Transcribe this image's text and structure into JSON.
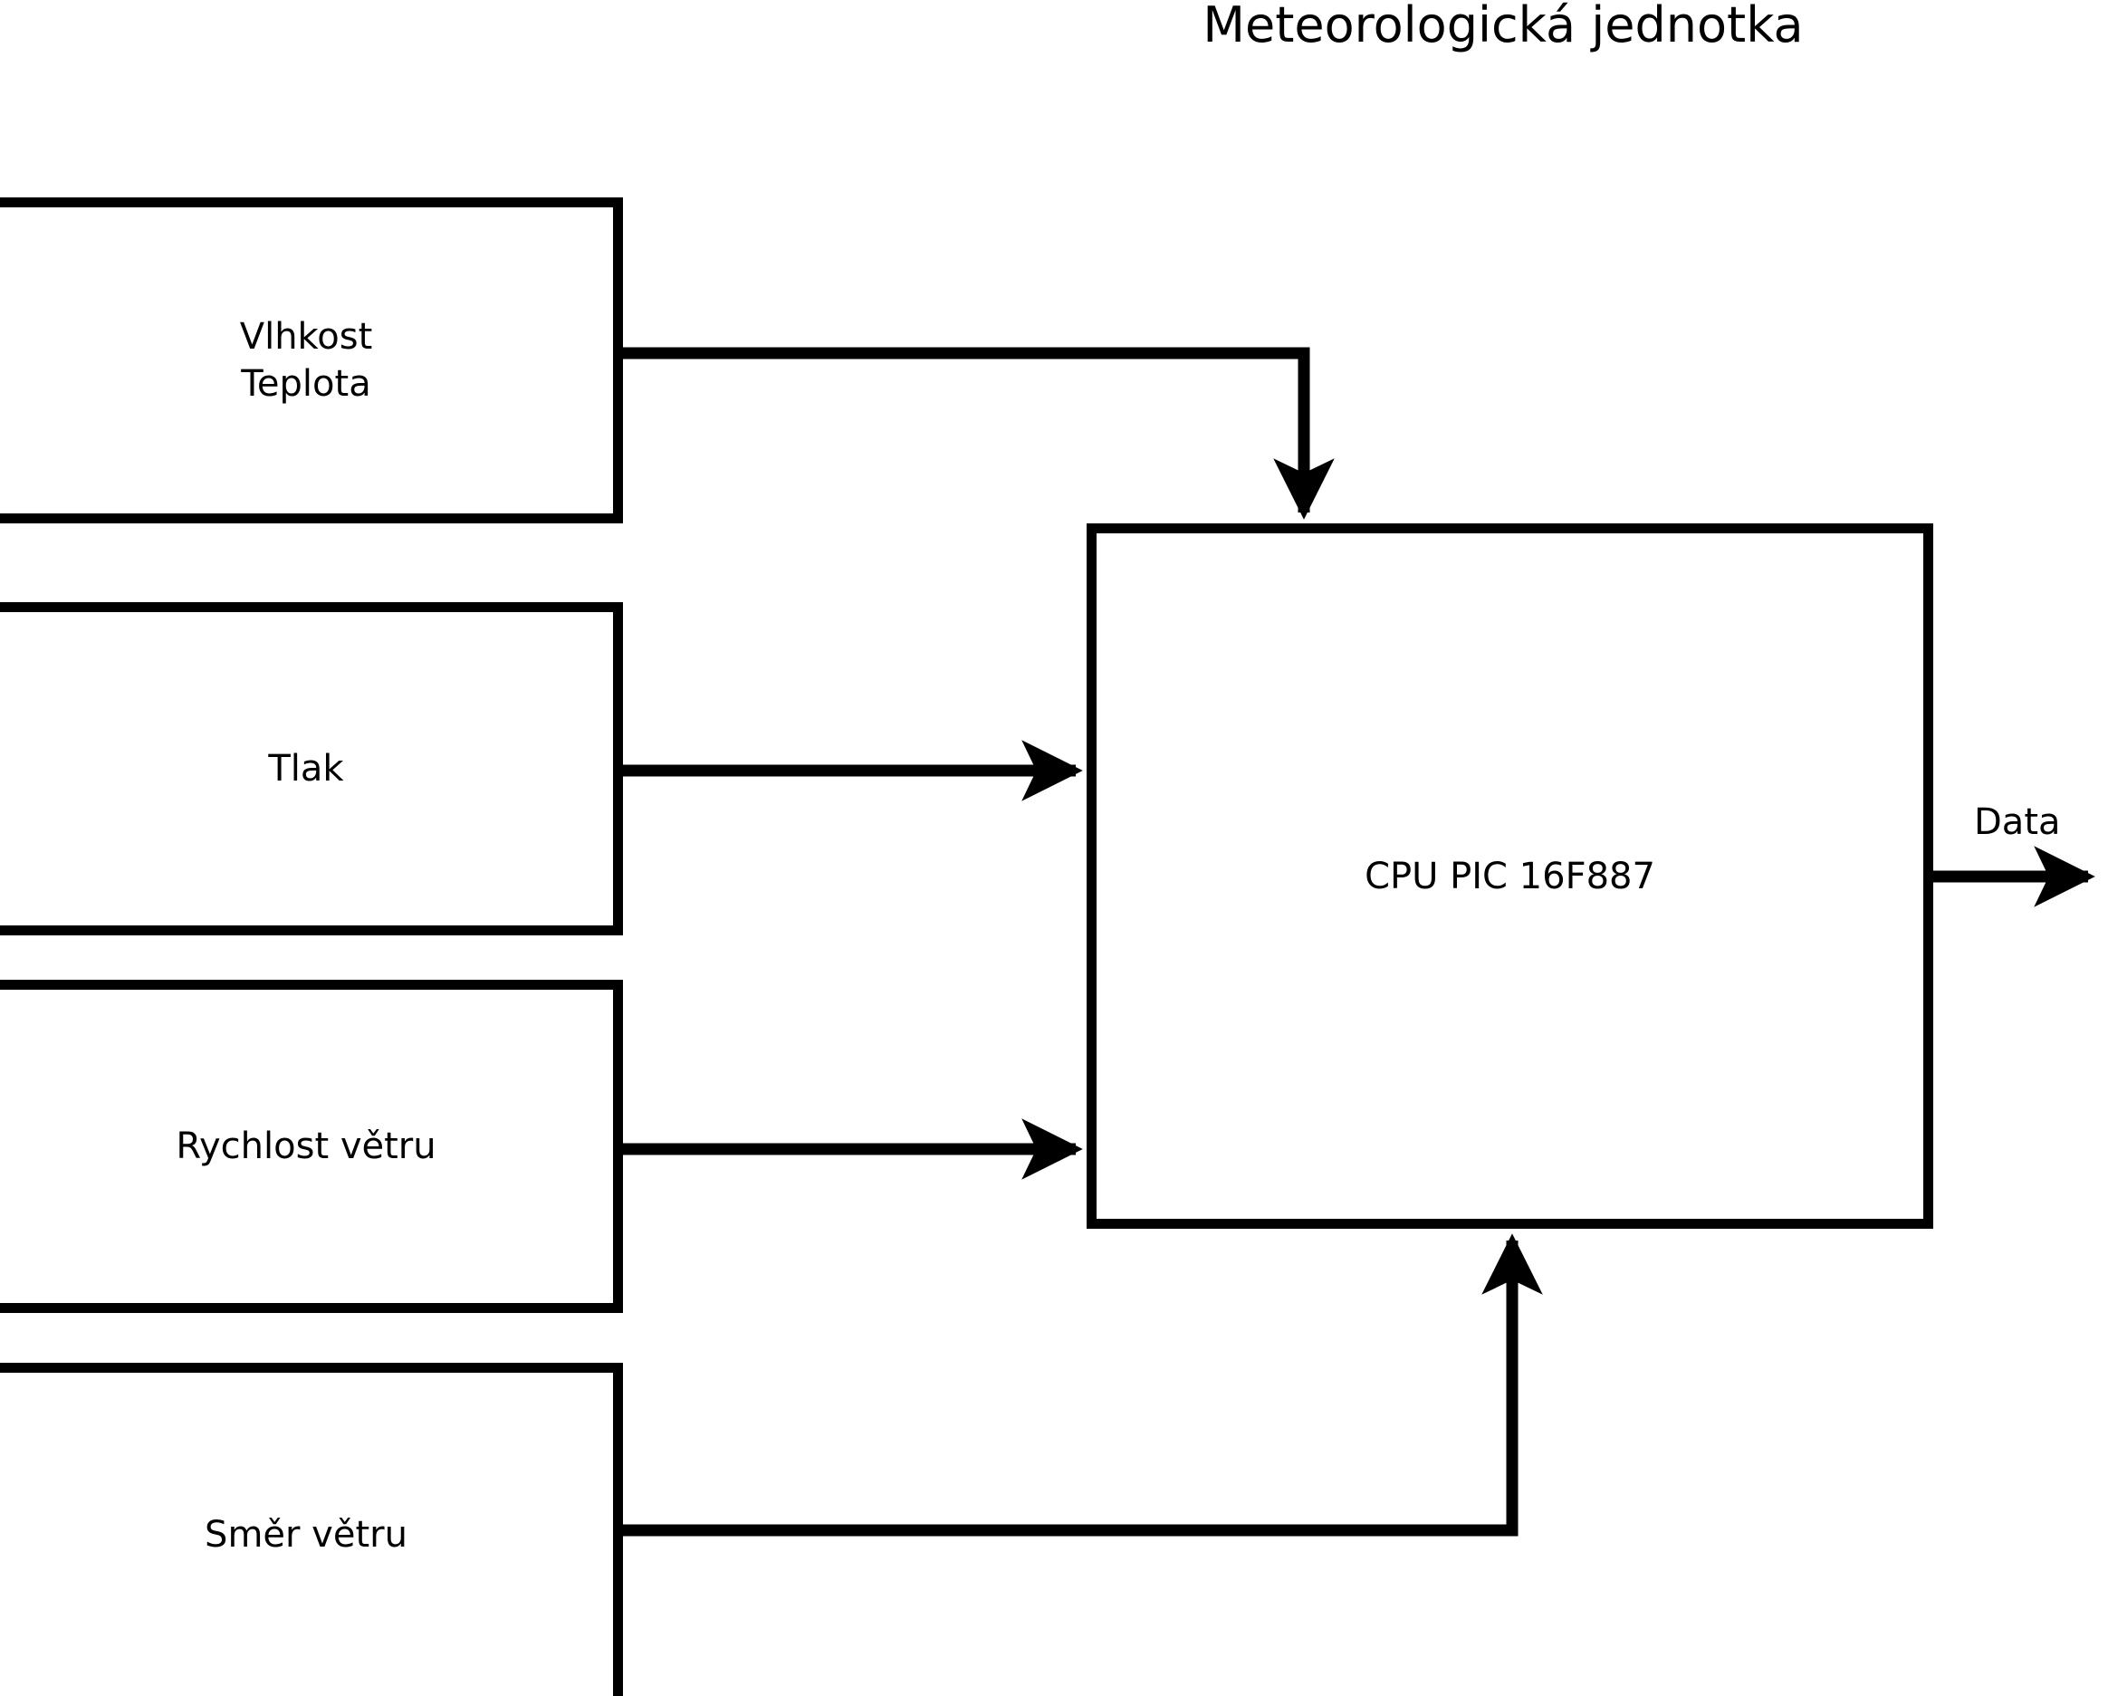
{
  "diagram": {
    "title": "Meteorologická jednotka",
    "type": "block-diagram",
    "language": "cs",
    "colors": {
      "stroke": "#000000",
      "fill": "#ffffff",
      "text": "#000000"
    },
    "nodes": [
      {
        "id": "humidity-temp",
        "label": "Vlhkost\nTeplota",
        "shape": "rectangle"
      },
      {
        "id": "pressure",
        "label": "Tlak",
        "shape": "rectangle"
      },
      {
        "id": "wind-speed",
        "label": "Rychlost větru",
        "shape": "rectangle"
      },
      {
        "id": "wind-dir",
        "label": "Směr větru",
        "shape": "rectangle"
      },
      {
        "id": "cpu",
        "label": "CPU PIC 16F887",
        "shape": "rectangle"
      }
    ],
    "edges": [
      {
        "id": "edge-humidity-to-cpu",
        "from": "humidity-temp",
        "to": "cpu",
        "label": "",
        "routing": "elbow-down"
      },
      {
        "id": "edge-pressure-to-cpu",
        "from": "pressure",
        "to": "cpu",
        "label": "",
        "routing": "straight"
      },
      {
        "id": "edge-windspeed-to-cpu",
        "from": "wind-speed",
        "to": "cpu",
        "label": "",
        "routing": "straight"
      },
      {
        "id": "edge-winddir-to-cpu",
        "from": "wind-dir",
        "to": "cpu",
        "label": "",
        "routing": "elbow-up"
      },
      {
        "id": "edge-cpu-to-data",
        "from": "cpu",
        "to": "",
        "label": "Data",
        "routing": "straight"
      }
    ]
  }
}
